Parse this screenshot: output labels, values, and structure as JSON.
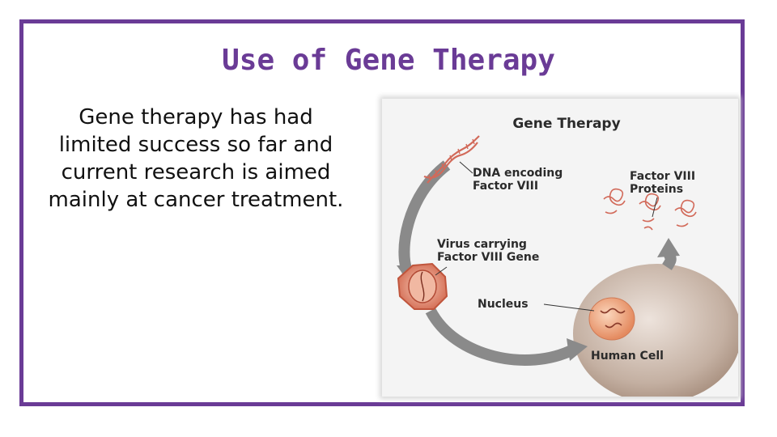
{
  "slide": {
    "title": "Use of Gene Therapy",
    "body": "Gene therapy has had limited success so far and current research is aimed mainly at cancer treatment."
  },
  "figure": {
    "title": "Gene Therapy",
    "dna_label_1": "DNA encoding",
    "dna_label_2": "Factor VIII",
    "protein_label_1": "Factor VIII",
    "protein_label_2": "Proteins",
    "virus_label_1": "Virus carrying",
    "virus_label_2": "Factor VIII Gene",
    "nucleus_label": "Nucleus",
    "cell_label": "Human Cell"
  },
  "colors": {
    "border": "#6a3b96",
    "title": "#6a3b96",
    "arrow": "#8a8a8a",
    "dna": "#d26a5a",
    "cell": "#b8a394",
    "nucleus": "#e9a27a"
  }
}
